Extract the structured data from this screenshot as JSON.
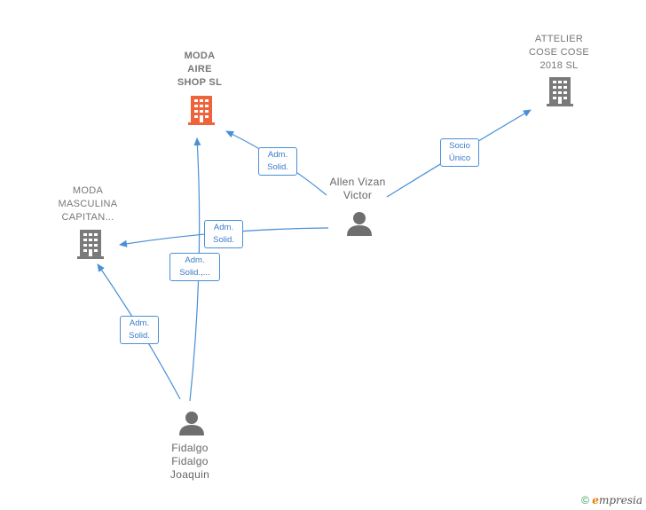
{
  "nodes": {
    "moda_aire": {
      "lines": [
        "MODA",
        "AIRE",
        "SHOP  SL"
      ],
      "color": "#f0633a"
    },
    "attelier": {
      "lines": [
        "ATTELIER",
        "COSE COSE",
        "2018  SL"
      ],
      "color": "#7a7a7a"
    },
    "moda_masculina": {
      "lines": [
        "MODA",
        "MASCULINA",
        "CAPITAN..."
      ],
      "color": "#7a7a7a"
    },
    "allen": {
      "lines": [
        "Allen Vizan",
        "Victor"
      ],
      "color": "#6e6e6e"
    },
    "fidalgo": {
      "lines": [
        "Fidalgo",
        "Fidalgo",
        "Joaquin"
      ],
      "color": "#6e6e6e"
    }
  },
  "edges": {
    "allen_aire": [
      "Adm.",
      "Solid."
    ],
    "allen_attelier": [
      "Socio",
      "Único"
    ],
    "allen_masculina": [
      "Adm.",
      "Solid."
    ],
    "fidalgo_aire": [
      "Adm.",
      "Solid.,..."
    ],
    "fidalgo_masculina": [
      "Adm.",
      "Solid."
    ]
  },
  "colors": {
    "edge": "#4a8fd6"
  },
  "footer": {
    "copyright": "©",
    "brand_e": "e",
    "brand_rest": "mpresia"
  }
}
